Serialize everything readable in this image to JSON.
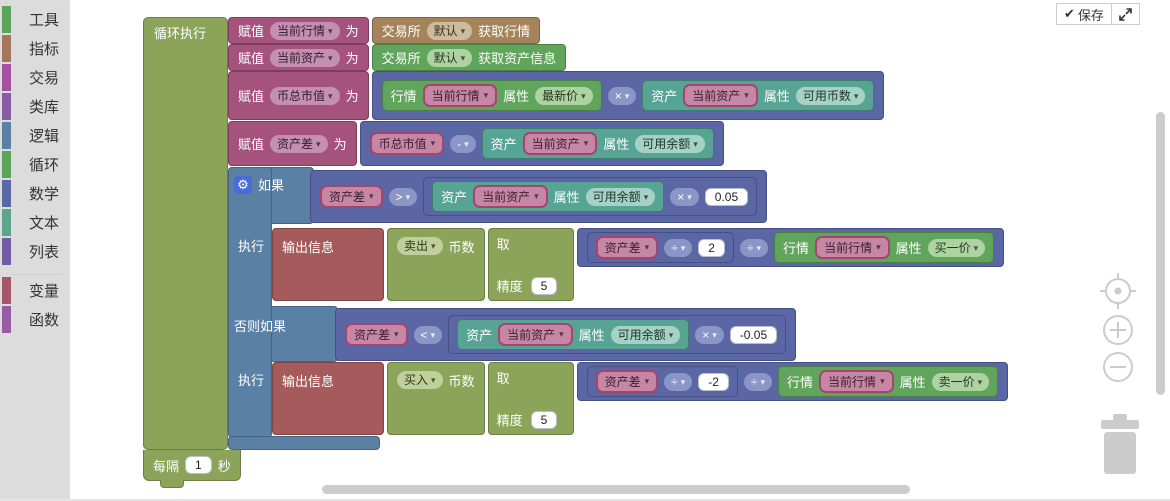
{
  "topbar": {
    "save_label": "保存",
    "check_icon": "✔"
  },
  "toolbox": {
    "items": [
      {
        "label": "工具",
        "color": "#5ba55b"
      },
      {
        "label": "指标",
        "color": "#a5765b"
      },
      {
        "label": "交易",
        "color": "#a550a0"
      },
      {
        "label": "类库",
        "color": "#8a5ba5"
      },
      {
        "label": "逻辑",
        "color": "#5b80a5"
      },
      {
        "label": "循环",
        "color": "#5ba55b"
      },
      {
        "label": "数学",
        "color": "#5b67a5"
      },
      {
        "label": "文本",
        "color": "#5ba58c"
      },
      {
        "label": "列表",
        "color": "#745ba5"
      },
      {
        "label": "变量",
        "color": "#a5566b"
      },
      {
        "label": "函数",
        "color": "#995ba5"
      }
    ]
  },
  "labels": {
    "loop_title": "循环执行",
    "assign": "赋值",
    "to": "为",
    "exchange": "交易所",
    "default": "默认",
    "get_ticker": "获取行情",
    "get_account": "获取资产信息",
    "ticker": "行情",
    "account": "资产",
    "attr": "属性",
    "if": "如果",
    "elseif": "否则如果",
    "do": "执行",
    "log": "输出信息",
    "amount": "币数",
    "take": "取",
    "precision": "精度",
    "every": "每隔",
    "seconds": "秒",
    "gear_icon": "⚙",
    "caret": "▾"
  },
  "vars": {
    "cur_ticker": "当前行情",
    "cur_account": "当前资产",
    "total_value": "币总市值",
    "asset_diff": "资产差"
  },
  "attrs": {
    "last_price": "最新价",
    "avail_coins": "可用币数",
    "avail_balance": "可用余额",
    "bid_price": "买一价",
    "ask_price": "卖一价"
  },
  "ops": {
    "mul": "×",
    "sub": "-",
    "div": "÷",
    "gt": ">",
    "lt": "<"
  },
  "values": {
    "sell": "卖出",
    "buy": "买入",
    "ratio_pos": "0.05",
    "ratio_neg": "-0.05",
    "div_pos": "2",
    "div_neg": "-2",
    "precision": "5",
    "interval": "1"
  }
}
